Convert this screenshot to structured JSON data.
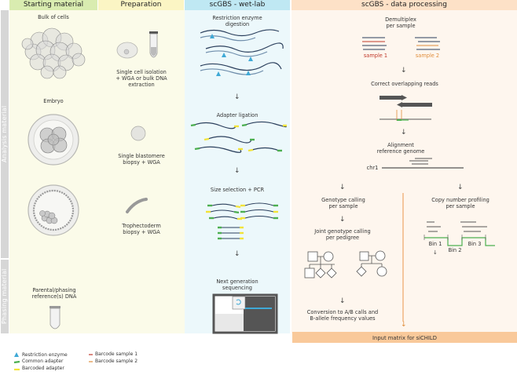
{
  "columns": {
    "starting_material": "Starting material",
    "preparation": "Preparation",
    "wet_lab": "scGBS - wet-lab",
    "data_processing": "scGBS - data processing"
  },
  "side_labels": {
    "analysis": "Analysis material",
    "phasing": "Phasing material"
  },
  "starting": {
    "bulk": "Bulk of cells",
    "embryo": "Embryo",
    "parental_1": "Parental/phasing",
    "parental_2": "reference(s) DNA"
  },
  "preparation": {
    "isolation_1": "Single cell isolation",
    "isolation_2": "+ WGA or bulk DNA",
    "isolation_3": "extraction",
    "blastomere_1": "Single blastomere",
    "blastomere_2": "biopsy + WGA",
    "trophectoderm_1": "Trophectoderm",
    "trophectoderm_2": "biopsy + WGA"
  },
  "wet_lab": {
    "restriction_1": "Restriction enzyme",
    "restriction_2": "digestion",
    "adapter": "Adapter ligation",
    "size_selection": "Size selection + PCR",
    "ngs_1": "Next generation",
    "ngs_2": "sequencing"
  },
  "data_processing": {
    "demultiplex_1": "Demultiplex",
    "demultiplex_2": "per sample",
    "sample1": "sample 1",
    "sample2": "sample 2",
    "correct": "Correct overlapping reads",
    "alignment_1": "Alignment",
    "alignment_2": "reference genome",
    "chr": "chr1",
    "genotype_1": "Genotype calling",
    "genotype_2": "per sample",
    "joint_1": "Joint genotype calling",
    "joint_2": "per pedigree",
    "conversion_1": "Conversion to A/B calls and",
    "conversion_2": "B-allele frequency values",
    "cnv_1": "Copy number profiling",
    "cnv_2": "per sample",
    "bin1": "Bin 1",
    "bin2": "Bin 2",
    "bin3": "Bin 3",
    "input_matrix": "Input matrix for siCHILD"
  },
  "legend": {
    "restriction_enzyme": "Restriction enzyme",
    "common_adapter": "Common adapter",
    "barcoded_adapter": "Barcoded adapter",
    "barcode_sample1": "Barcode sample 1",
    "barcode_sample2": "Barcode sample 2"
  },
  "colors": {
    "starting_bg": "#fbfbe9",
    "starting_hdr": "#d9ecb0",
    "prep_hdr": "#fbf5c4",
    "wetlab_bg": "#ecf8fb",
    "wetlab_hdr": "#bfe8f3",
    "dp_bg": "#fef6ee",
    "dp_hdr": "#fde1c7",
    "input_bar": "#f9c99a",
    "orange_line": "#f0b27a",
    "sample1": "#c0392b",
    "sample2": "#e08e3c",
    "enzyme": "#3fa9d6",
    "common_adapter": "#4caf50",
    "barcoded_adapter": "#f2e33a",
    "side_bar": "#d6d6d6"
  }
}
